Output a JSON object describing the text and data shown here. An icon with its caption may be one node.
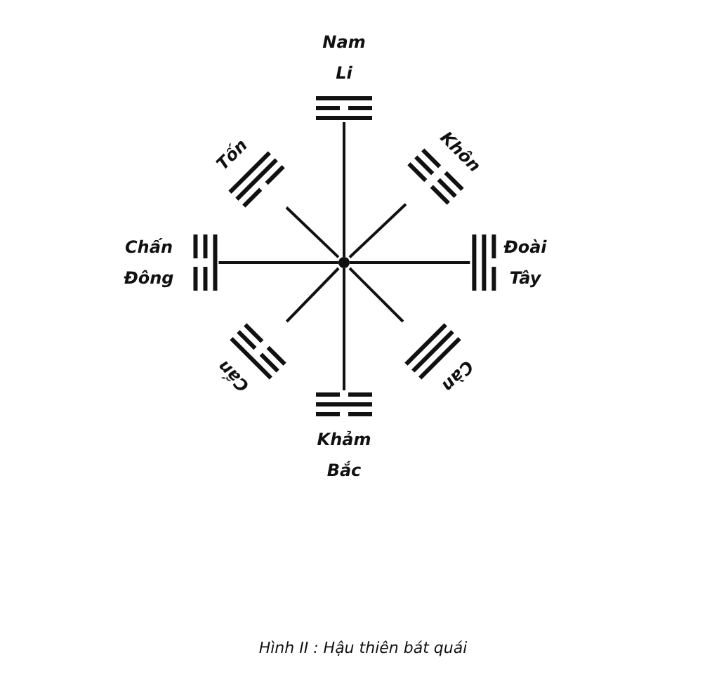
{
  "diagram": {
    "caption": "Hình II : Hậu thiên bát quái",
    "nodes": [
      {
        "text": [
          "Nam",
          "Li"
        ]
      },
      {
        "text": [
          "Tốn"
        ]
      },
      {
        "text": [
          "Khôn"
        ]
      },
      {
        "text": [
          "Chấn",
          "Đông"
        ]
      },
      {
        "text": [],
        "shape": "circle"
      },
      {
        "text": [
          "Đoài",
          "Tây"
        ]
      },
      {
        "text": [
          "Cấn"
        ]
      },
      {
        "text": [
          "Càn"
        ]
      },
      {
        "text": [
          "Khảm",
          "Bắc"
        ]
      }
    ],
    "edges": [
      {
        "from": 4,
        "to": 0,
        "arrow": "none"
      },
      {
        "from": 4,
        "to": 1,
        "arrow": "none"
      },
      {
        "from": 4,
        "to": 2,
        "arrow": "none"
      },
      {
        "from": 4,
        "to": 3,
        "arrow": "none"
      },
      {
        "from": 4,
        "to": 5,
        "arrow": "none"
      },
      {
        "from": 4,
        "to": 6,
        "arrow": "none"
      },
      {
        "from": 4,
        "to": 7,
        "arrow": "none"
      },
      {
        "from": 4,
        "to": 8,
        "arrow": "none"
      }
    ]
  }
}
